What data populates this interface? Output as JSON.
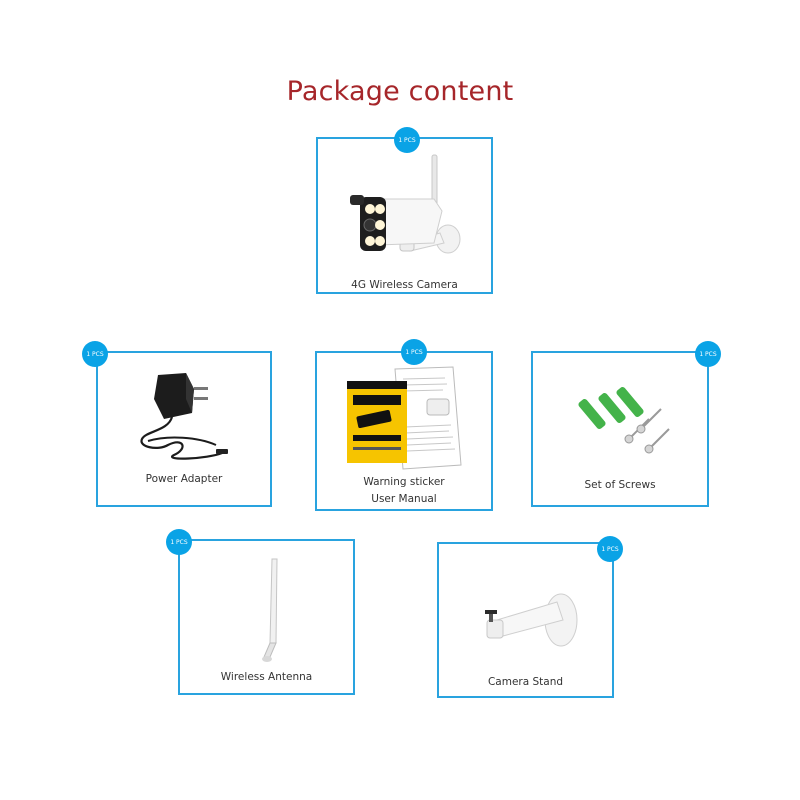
{
  "title": "Package content",
  "colors": {
    "title": "#a6262a",
    "accent": "#29a3df",
    "badge": "#0aa3e6"
  },
  "items": [
    {
      "badge": "1 PCS",
      "label": "4G Wireless  Camera",
      "icon": "bullet-camera-icon"
    },
    {
      "badge": "1 PCS",
      "label": "Power Adapter",
      "icon": "power-adapter-icon"
    },
    {
      "badge": "1 PCS",
      "label": "Warning sticker",
      "label2": "User Manual",
      "icon": "warning-sticker-manual-icon"
    },
    {
      "badge": "1 PCS",
      "label": "Set of Screws",
      "icon": "screws-icon"
    },
    {
      "badge": "1 PCS",
      "label": "Wireless  Antenna",
      "icon": "antenna-icon"
    },
    {
      "badge": "1 PCS",
      "label": "Camera Stand",
      "icon": "camera-stand-icon"
    }
  ]
}
